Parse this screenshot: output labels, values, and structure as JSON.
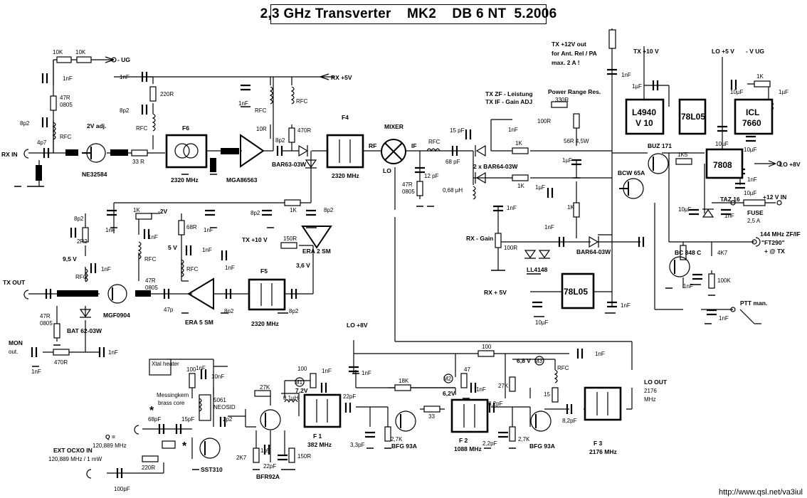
{
  "title": "2,3 GHz Transverter    MK2    DB 6 NT  5.2006",
  "url": "http://www.qsl.net/va3iul",
  "notes": {
    "tx12v": "TX +12V out",
    "antrel": "for Ant. Rel / PA",
    "max": "max.  2 A !",
    "txzf": "TX ZF - Leistung",
    "txif": "TX IF - Gain ADJ",
    "powerrange": "Power Range Res.",
    "f144": "144 MHz ZF/IF",
    "ft290": "\"FT290\"",
    "attx": "+ @ TX",
    "ptt": "PTT man.",
    "xtal": "Xtal heater",
    "messing": "Messingkern",
    "brass": "brass core",
    "extocxo": "EXT OCXO IN",
    "extfreq": "120,889 MHz / 1 mW",
    "qfreq": "120,889 MHz",
    "q": "Q =",
    "mon": "MON",
    "monout": "out."
  },
  "ports": {
    "rxin": "RX IN",
    "txout": "TX OUT",
    "rx5v": "RX +5V",
    "rx5v2": "RX + 5V",
    "ug": "- UG",
    "vug": "- V UG",
    "lo5v": "LO +5 V",
    "lo8v": "LO +8V",
    "lo8v2": "LO +8V",
    "tx10v": "TX +10 V",
    "tx10v2": "TX +10 V",
    "v12in": "+12 V IN",
    "loout": "LO OUT",
    "loout2": "2176",
    "loout3": "MHz",
    "rxgain": "RX - Gain",
    "mixer": "MIXER",
    "rf": "RF",
    "if": "IF",
    "lo": "LO",
    "m2v": "-2V",
    "v5": "5 V",
    "v95": "9,5 V",
    "v36": "3,6 V",
    "v72": "7,2V",
    "v62": "6,2V",
    "v68": "6,8 V",
    "v2adj": "2V adj."
  },
  "ics": {
    "l4940": "L4940",
    "v10": "V 10",
    "ic78l05a": "78L05",
    "icl": "ICL",
    "icl7660": "7660",
    "ic7808": "7808",
    "ic78l05b": "78L05"
  },
  "parts": {
    "ne32584": "NE32584",
    "mga86563": "MGA86563",
    "bar63": "BAR63-03W",
    "bar64x2": "2 x BAR64-03W",
    "bar64": "BAR64-03W",
    "era2": "ERA 2 SM",
    "era5": "ERA 5 SM",
    "mgf0904": "MGF0904",
    "bat62": "BAT 62-03W",
    "ll4148": "LL4148",
    "buz171": "BUZ 171",
    "bcw65": "BCW 65A",
    "bc848": "BC 848 C",
    "taz16": "TAZ 16",
    "fuse": "FUSE",
    "fuseval": "2,5 A",
    "bfr92": "BFR92A",
    "bfg93a1": "BFG 93A",
    "bfg93a2": "BFG 93A",
    "sst310": "SST310",
    "neosid": "5061",
    "neosid2": "NEOSID",
    "f6": "F6",
    "f6freq": "2320 MHz",
    "f4": "F4",
    "f4freq": "2320 MHz",
    "f5": "F5",
    "f5freq": "2320 MHz",
    "f1": "F 1",
    "f1freq": "382 MHz",
    "f2": "F 2",
    "f2freq": "1088 MHz",
    "f3": "F 3",
    "f3freq": "2176 MHz",
    "m1": "M1",
    "m2": "M2",
    "m3": "M3"
  },
  "values": {
    "r10k1": "10K",
    "r10k2": "10K",
    "c1nf_a": "1nF",
    "r47r": "47R",
    "r0805": "0805",
    "c8p2": "8p2",
    "rfc1": "RFC",
    "c4p7": "4p7",
    "r33": "33 R",
    "c1nf_b": "1nF",
    "r220": "220R",
    "c8p2b": "8p2",
    "rfc2": "RFC",
    "c1nf_c": "1nF",
    "rfc3": "RFC",
    "r10r": "10R",
    "rfc4": "RFC",
    "r470r": "470R",
    "c8p2c": "8p2",
    "c15pf": "15 pF",
    "c12pf": "12 pF",
    "c68pf": "68 pF",
    "rfc5": "RFC",
    "r47r2": "47R",
    "r0805b": "0805",
    "r330": "330R",
    "r100r": "100R",
    "r56": "56R  4,5W",
    "c1nf_d": "1nF",
    "r1k1": "1K",
    "c1uf": "1µF",
    "l068": "0,68 µH",
    "r1k2": "1K",
    "c1uf2": "1µF",
    "r1k3": "1K",
    "c1nf_e": "1nF",
    "r100rb": "100R",
    "c1nf_f": "1nF",
    "r1k5": "1K5",
    "c10uf": "10µF",
    "c1uf3": "1µF",
    "c1uf4": "1µF",
    "r1k4": "1K",
    "c10uf2": "10µF",
    "c10uf3": "10µF",
    "c10uf4": "10µF",
    "c1nf_g": "1nF",
    "c1nf_h": "1nF",
    "c10uf5": "10µF",
    "r4k7": "4K7",
    "c1nf_i": "1nF",
    "r100k": "100K",
    "c1nf_j": "1nF",
    "c1nf_k": "1nF",
    "c10uf6": "10µF",
    "c1nf_l": "1nF",
    "r1k6": "1K",
    "c8p2d": "8p2",
    "c8p2e": "8p2",
    "r1k7": "1K",
    "c1nf_m": "1nF",
    "r68r": "68R",
    "c1nf_n": "1nF",
    "c1nf_o": "1nF",
    "r150r": "150R",
    "c1nf_p": "1nF",
    "c8p2f": "8p2",
    "r2r2": "2R2",
    "c1nf_q": "1nF",
    "rfc6": "RFC",
    "c1nf_r": "1nF",
    "rfc7": "RFC",
    "r47r3": "47R",
    "r0805c": "0805",
    "c47p": "47p",
    "rfc8": "RFC",
    "c8p2g": "8p2",
    "c8p2h": "8p2",
    "r47r4": "47R",
    "r0805d": "0805",
    "r470r2": "470R",
    "c1nf_s": "1nF",
    "c1nf_t": "1nF",
    "r100a": "100",
    "c10nf": "10nF",
    "c68pf2": "68pF",
    "c15pf2": "15pF",
    "c2p2": "2p2",
    "r27k": "27K",
    "l01": "0,1µH",
    "r100b": "100",
    "c1nf_u": "1nF",
    "c1nf_v": "1nF",
    "c22pf": "22pF",
    "r18k": "18K",
    "r47": "47",
    "c1nf_w": "1nF",
    "r100c": "100",
    "c1nf_x": "1nF",
    "r27k2": "27K",
    "rfc9": "RFC",
    "r15": "15",
    "c82pf": "8,2pF",
    "c82pf2": "8,2pF",
    "c33pf": "3,3pF",
    "r27kb": "2,7K",
    "r33b": "33",
    "c22pf2": "2,2pF",
    "r27kc": "2,7K",
    "c1p5": "1p5",
    "c22pf3": "22pF",
    "r150r2": "150R",
    "r2k7": "2K7",
    "r220r2": "220R",
    "c100pf": "100pF",
    "c1nf_y": "1nF"
  }
}
